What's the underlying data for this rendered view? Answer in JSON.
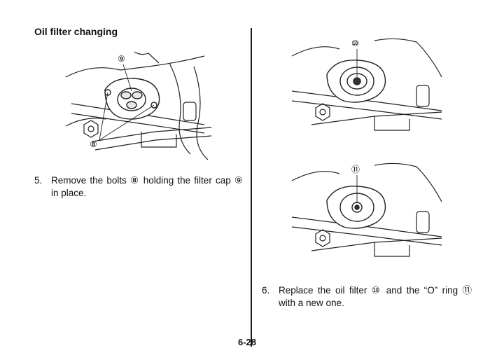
{
  "section_title": "Oil filter changing",
  "steps": [
    {
      "number": "5.",
      "text": "Remove the bolts ⑧ holding the filter cap ⑨ in place."
    },
    {
      "number": "6.",
      "text": "Replace the oil filter ⑩ and the “O” ring ⑪ with a new one."
    }
  ],
  "figures": [
    {
      "callouts": [
        "⑨",
        "⑧"
      ]
    },
    {
      "callouts": [
        "⑩"
      ]
    },
    {
      "callouts": [
        "⑪"
      ]
    }
  ],
  "page_number": "6-28"
}
